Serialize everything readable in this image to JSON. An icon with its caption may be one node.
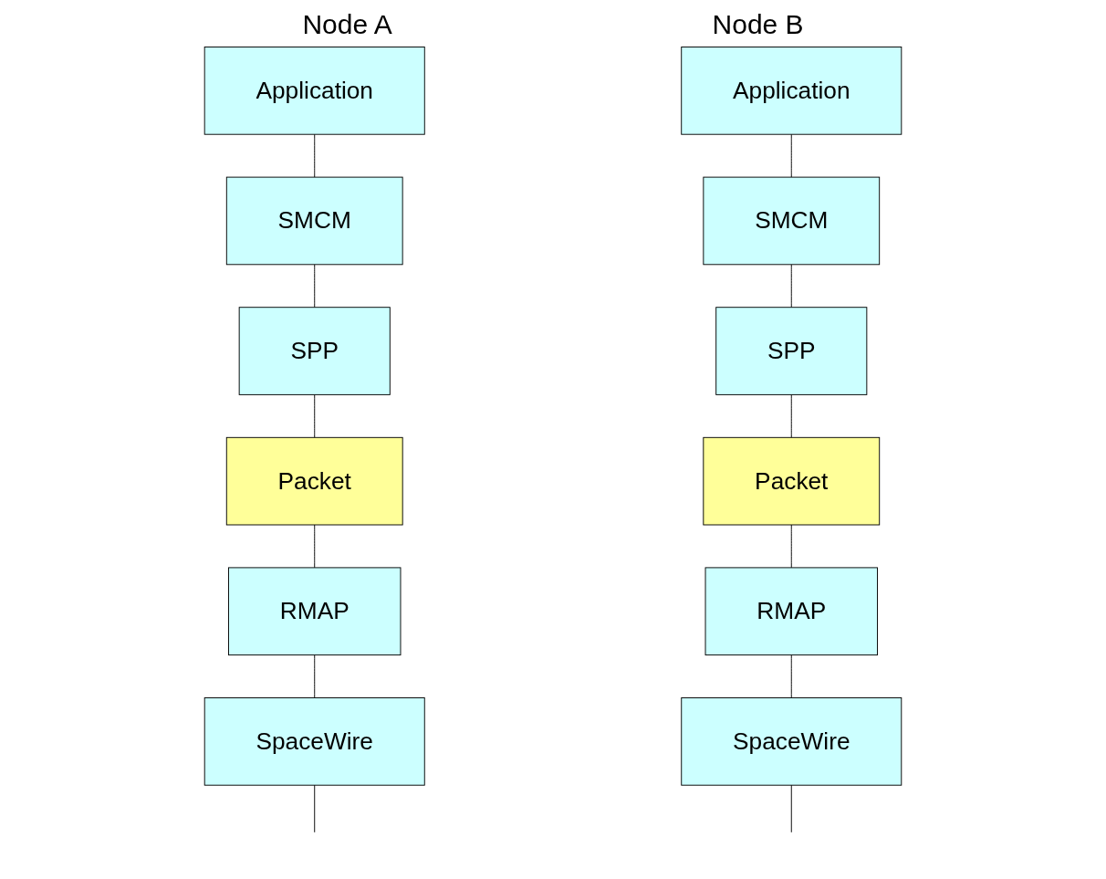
{
  "diagram": {
    "nodes": [
      {
        "text": [
          "Application"
        ]
      },
      {
        "text": [
          "SMCM"
        ]
      },
      {
        "text": [
          "SPP"
        ]
      },
      {
        "text": [
          "Packet"
        ]
      },
      {
        "text": [
          "RMAP"
        ]
      },
      {
        "text": [
          "SpaceWire"
        ]
      },
      {
        "text": [
          "Application"
        ]
      },
      {
        "text": [
          "SMCM"
        ]
      },
      {
        "text": [
          "SPP"
        ]
      },
      {
        "text": [
          "Packet"
        ]
      },
      {
        "text": [
          "RMAP"
        ]
      },
      {
        "text": [
          "SpaceWire"
        ]
      }
    ],
    "edges": [
      {
        "from": 0,
        "to": 1,
        "arrow": "none"
      },
      {
        "from": 1,
        "to": 2,
        "arrow": "none"
      },
      {
        "from": 2,
        "to": 3,
        "arrow": "none"
      },
      {
        "from": 3,
        "to": 4,
        "arrow": "none"
      },
      {
        "from": 4,
        "to": 5,
        "arrow": "none"
      },
      {
        "from": 5,
        "to": null,
        "arrow": "none"
      },
      {
        "from": 6,
        "to": 7,
        "arrow": "none"
      },
      {
        "from": 7,
        "to": 8,
        "arrow": "none"
      },
      {
        "from": 8,
        "to": 9,
        "arrow": "none"
      },
      {
        "from": 9,
        "to": 10,
        "arrow": "none"
      },
      {
        "from": 10,
        "to": 11,
        "arrow": "none"
      },
      {
        "from": 11,
        "to": null,
        "arrow": "none"
      }
    ],
    "labels": [
      "Node A",
      "Node B"
    ]
  }
}
